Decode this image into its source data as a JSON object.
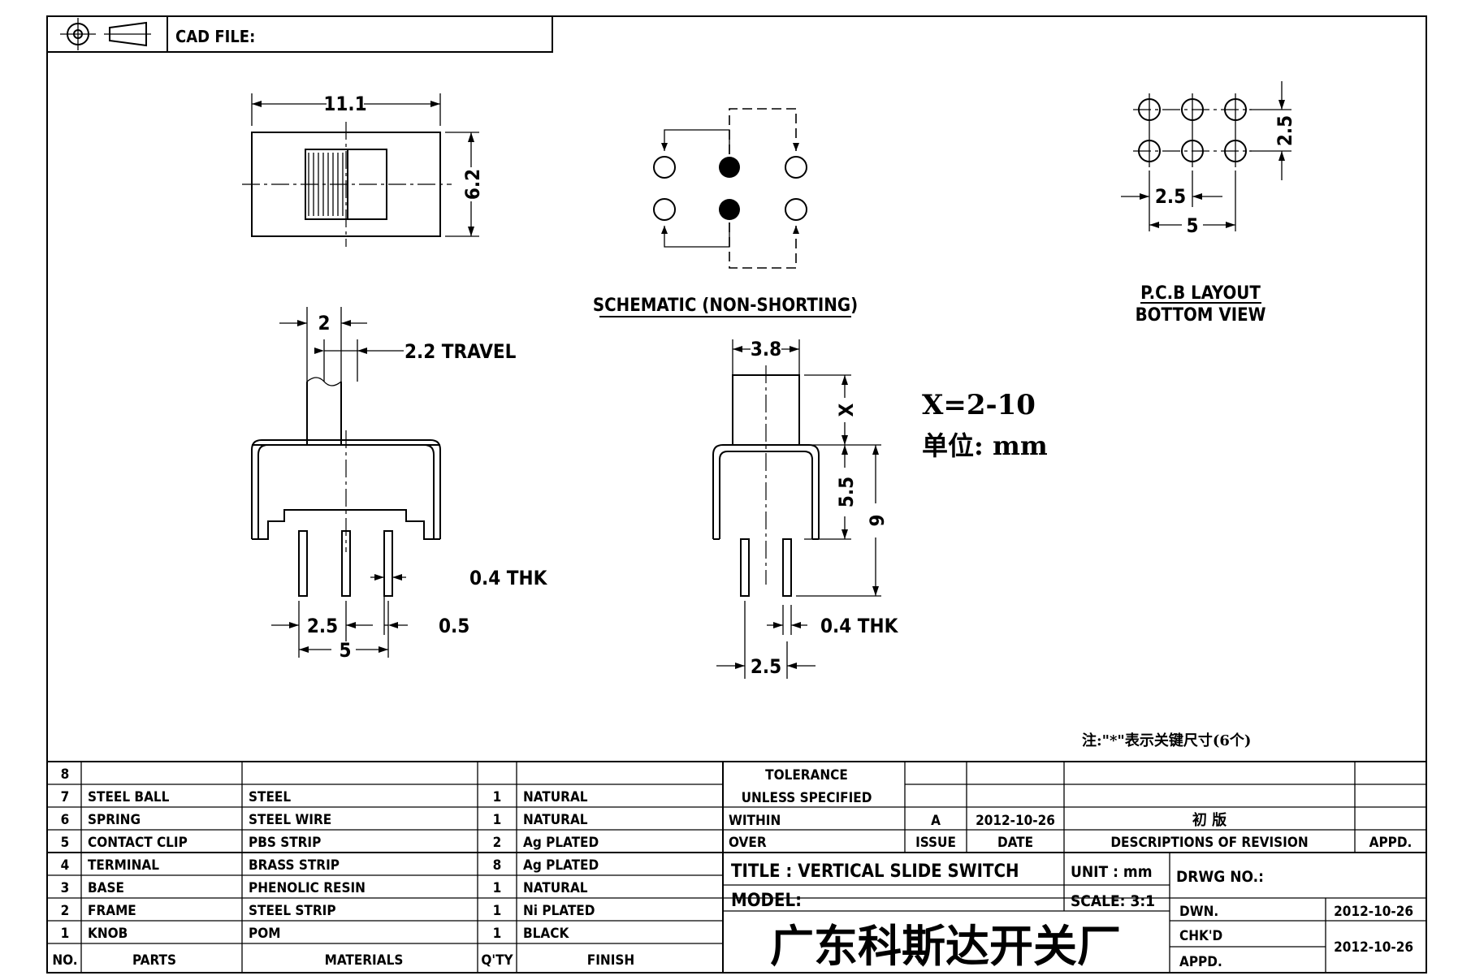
{
  "header": {
    "cad_label": "CAD FILE:"
  },
  "top_view": {
    "width_dim": "11.1",
    "height_dim": "6.2"
  },
  "schematic": {
    "caption": "SCHEMATIC (NON-SHORTING)"
  },
  "pcb": {
    "dim_pitch_v": "2.5",
    "dim_pitch_h": "2.5",
    "dim_total": "5",
    "caption_line1": "P.C.B LAYOUT",
    "caption_line2": "BOTTOM VIEW"
  },
  "side_view": {
    "knob_dim": "2",
    "travel": "2.2 TRAVEL",
    "thk": "0.4 THK",
    "pitch": "2.5",
    "pin_gap": "0.5",
    "total": "5"
  },
  "end_view": {
    "width": "3.8",
    "x_dim": "X",
    "body_height": "5.5",
    "total_height": "9",
    "thk": "0.4 THK",
    "pitch": "2.5"
  },
  "notes": {
    "x_range": "X=2-10",
    "unit": "单位: mm",
    "footnote": "注:\"*\"表示关键尺寸(6个)"
  },
  "bom": {
    "rows": [
      {
        "no": "8",
        "part": "",
        "material": "",
        "qty": "",
        "finish": ""
      },
      {
        "no": "7",
        "part": "STEEL BALL",
        "material": "STEEL",
        "qty": "1",
        "finish": "NATURAL"
      },
      {
        "no": "6",
        "part": "SPRING",
        "material": "STEEL WIRE",
        "qty": "1",
        "finish": "NATURAL"
      },
      {
        "no": "5",
        "part": "CONTACT CLIP",
        "material": "PBS STRIP",
        "qty": "2",
        "finish": "Ag PLATED"
      },
      {
        "no": "4",
        "part": "TERMINAL",
        "material": "BRASS STRIP",
        "qty": "8",
        "finish": "Ag PLATED"
      },
      {
        "no": "3",
        "part": "BASE",
        "material": "PHENOLIC RESIN",
        "qty": "1",
        "finish": "NATURAL"
      },
      {
        "no": "2",
        "part": "FRAME",
        "material": "STEEL STRIP",
        "qty": "1",
        "finish": "Ni PLATED"
      },
      {
        "no": "1",
        "part": "KNOB",
        "material": "POM",
        "qty": "1",
        "finish": "BLACK"
      }
    ],
    "headers": {
      "no": "NO.",
      "parts": "PARTS",
      "materials": "MATERIALS",
      "qty": "Q'TY",
      "finish": "FINISH"
    }
  },
  "tolerance": {
    "line1": "TOLERANCE",
    "line2": "UNLESS   SPECIFIED",
    "within": "WITHIN",
    "over": "OVER"
  },
  "revision": {
    "issue_val": "A",
    "date_val": "2012-10-26",
    "desc_val": "初 版",
    "issue_hdr": "ISSUE",
    "date_hdr": "DATE",
    "desc_hdr": "DESCRIPTIONS OF REVISION",
    "appd_hdr": "APPD."
  },
  "title_block": {
    "title": "TITLE :   VERTICAL SLIDE SWITCH",
    "unit": "UNIT :   mm",
    "drwg": "DRWG NO.:",
    "model": "MODEL:",
    "scale": "SCALE:   3:1",
    "dwn_label": "DWN.",
    "dwn_date": "2012-10-26",
    "chkd_label": "CHK'D",
    "chkd_date": "2012-10-26",
    "appd_label": "APPD.",
    "company": "广东科斯达开关厂"
  }
}
